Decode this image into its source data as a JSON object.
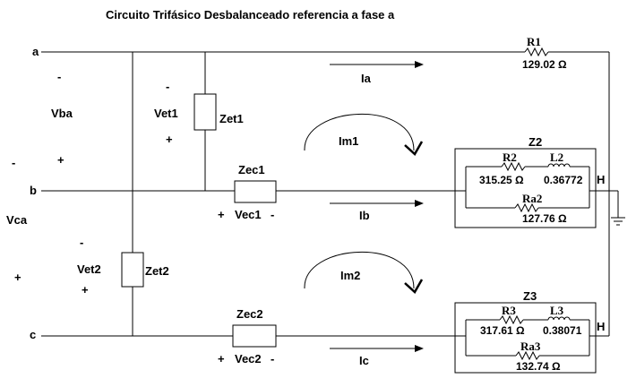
{
  "title": "Circuito Trifásico Desbalanceado referencia a fase a",
  "nodes": {
    "a": "a",
    "b": "b",
    "c": "c"
  },
  "voltages": {
    "vba": "Vba",
    "vca": "Vca",
    "vet1": "Vet1",
    "vet2": "Vet2",
    "vec1": "Vec1",
    "vec2": "Vec2"
  },
  "signs": {
    "plus": "+",
    "minus": "-"
  },
  "impedances": {
    "zet1": "Zet1",
    "zet2": "Zet2",
    "zec1": "Zec1",
    "zec2": "Zec2"
  },
  "currents": {
    "ia": "Ia",
    "ib": "Ib",
    "ic": "Ic"
  },
  "mesh": {
    "im1": "Im1",
    "im2": "Im2"
  },
  "load_a": {
    "name": "R1",
    "value": "129.02 Ω"
  },
  "load_z2": {
    "title": "Z2",
    "r_name": "R2",
    "r_value": "315.25 Ω",
    "l_name": "L2",
    "l_value": "0.36772",
    "ra_name": "Ra2",
    "ra_value": "127.76 Ω",
    "unit": "H"
  },
  "load_z3": {
    "title": "Z3",
    "r_name": "R3",
    "r_value": "317.61 Ω",
    "l_name": "L3",
    "l_value": "0.38071",
    "ra_name": "Ra3",
    "ra_value": "132.74 Ω",
    "unit": "H"
  }
}
